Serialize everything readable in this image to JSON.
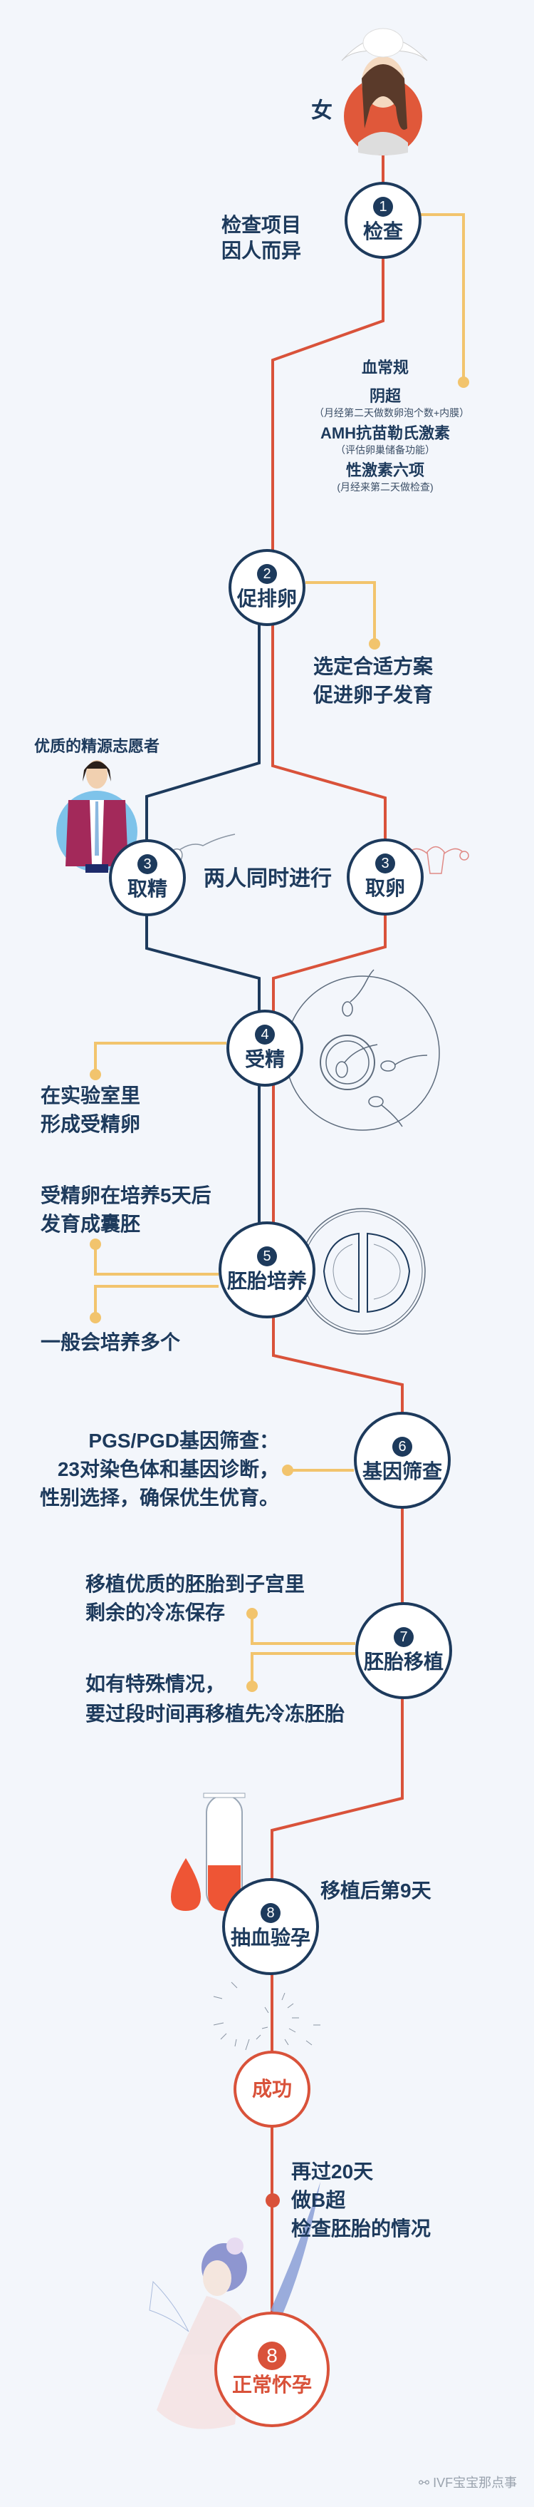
{
  "colors": {
    "background": "#f3f6fb",
    "navy": "#1d3a5c",
    "red": "#d9523a",
    "yellow": "#f2c46d"
  },
  "top": {
    "gender_label": "女"
  },
  "steps": [
    {
      "num": "1",
      "label": "检查"
    },
    {
      "num": "2",
      "label": "促排卵"
    },
    {
      "num": "3",
      "label": "取精"
    },
    {
      "num": "3",
      "label": "取卵"
    },
    {
      "num": "4",
      "label": "受精"
    },
    {
      "num": "5",
      "label": "胚胎培养"
    },
    {
      "num": "6",
      "label": "基因筛查"
    },
    {
      "num": "7",
      "label": "胚胎移植"
    },
    {
      "num": "8",
      "label": "抽血验孕"
    }
  ],
  "success": {
    "label": "成功"
  },
  "final": {
    "num": "8",
    "label": "正常怀孕"
  },
  "notes": {
    "step1_left": [
      "检查项目",
      "因人而异"
    ],
    "step1_items": [
      {
        "title": "血常规",
        "sub": ""
      },
      {
        "title": "阴超",
        "sub": "（月经第二天做数卵泡个数+内膜）"
      },
      {
        "title": "AMH抗苗勒氏激素",
        "sub": "（评估卵巢储备功能）"
      },
      {
        "title": "性激素六项",
        "sub": "(月经来第二天做检查)"
      }
    ],
    "step2": [
      "选定合适方案",
      "促进卵子发育"
    ],
    "donor": "优质的精源志愿者",
    "simultaneous": "两人同时进行",
    "step4": [
      "在实验室里",
      "形成受精卵"
    ],
    "step5_a": [
      "受精卵在培养5天后",
      "发育成囊胚"
    ],
    "step5_b": "一般会培养多个",
    "step6": [
      "PGS/PGD基因筛查：",
      "23对染色体和基因诊断，",
      "性别选择，确保优生优育。"
    ],
    "step7_a": [
      "移植优质的胚胎到子宫里",
      "剩余的冷冻保存"
    ],
    "step7_b": [
      "如有特殊情况，",
      "要过段时间再移植先冷冻胚胎"
    ],
    "step8": "移植后第9天",
    "final": [
      "再过20天",
      "做B超",
      "检查胚胎的情况"
    ]
  },
  "watermark": "IVF宝宝那点事"
}
